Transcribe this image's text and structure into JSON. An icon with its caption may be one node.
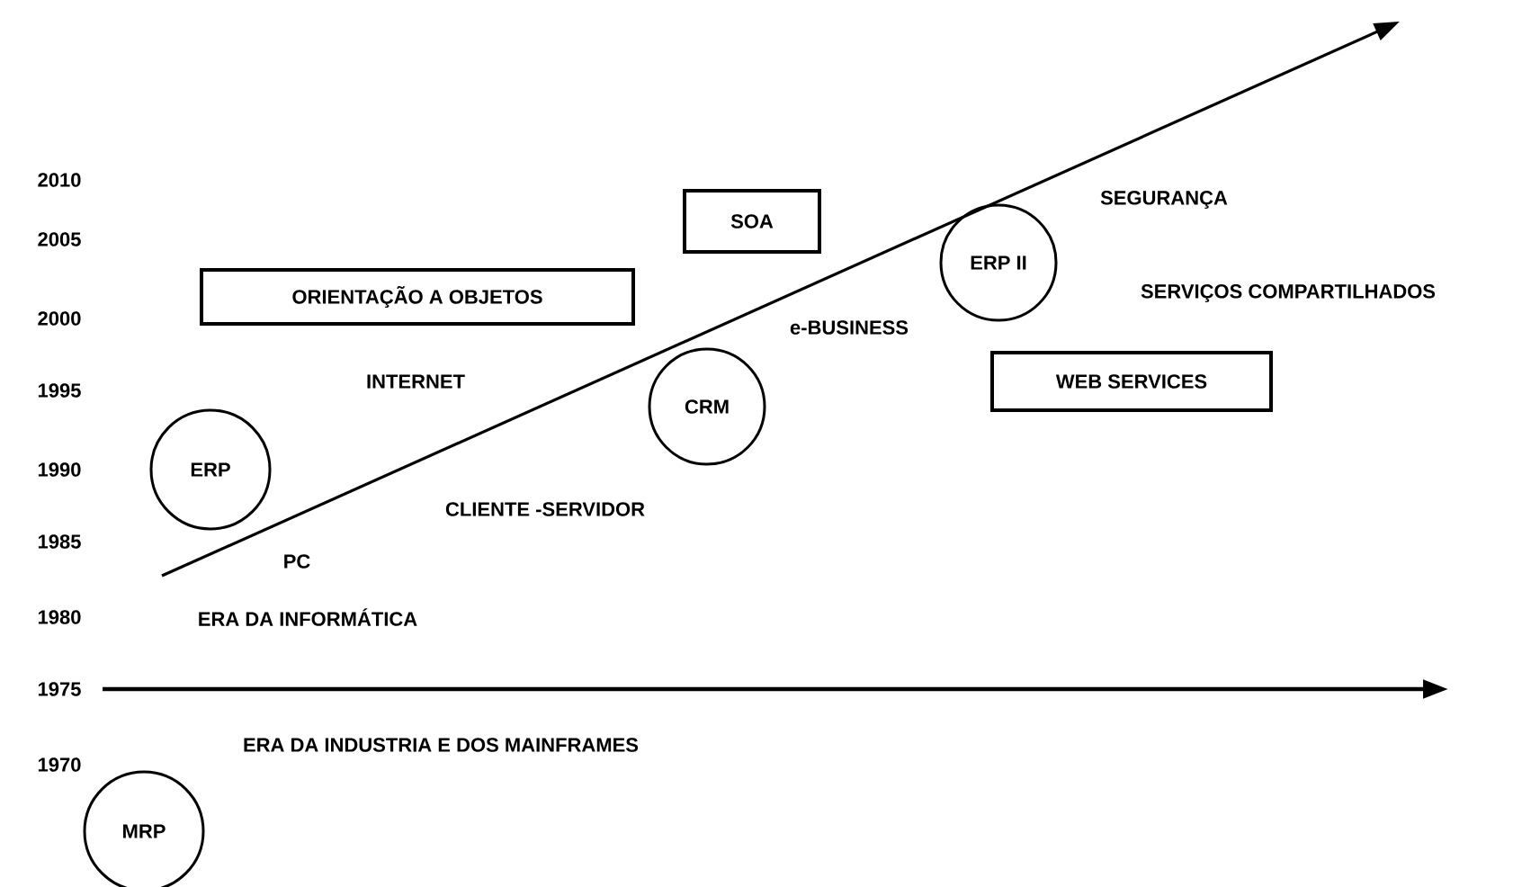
{
  "diagram": {
    "nodes": [
      {
        "text": [
          "ORIENTAÇÃO A OBJETOS"
        ]
      },
      {
        "text": [
          "SOA"
        ]
      },
      {
        "text": [
          "ERP"
        ]
      },
      {
        "text": [
          "CRM"
        ]
      },
      {
        "text": [
          "ERP II"
        ]
      },
      {
        "text": [
          "WEB SERVICES"
        ]
      },
      {
        "text": [
          "MRP"
        ]
      }
    ],
    "labels": [
      "2010",
      "SEGURANÇA",
      "2005",
      "SERVIÇOS COMPARTILHADOS",
      "2000",
      "e-BUSINESS",
      "INTERNET",
      "1995",
      "1990",
      "CLIENTE -SERVIDOR",
      "1985",
      "PC",
      "1980",
      "ERA DA INFORMÁTICA",
      "1975",
      "ERA DA INDUSTRIA E DOS MAINFRAMES",
      "1970"
    ]
  }
}
